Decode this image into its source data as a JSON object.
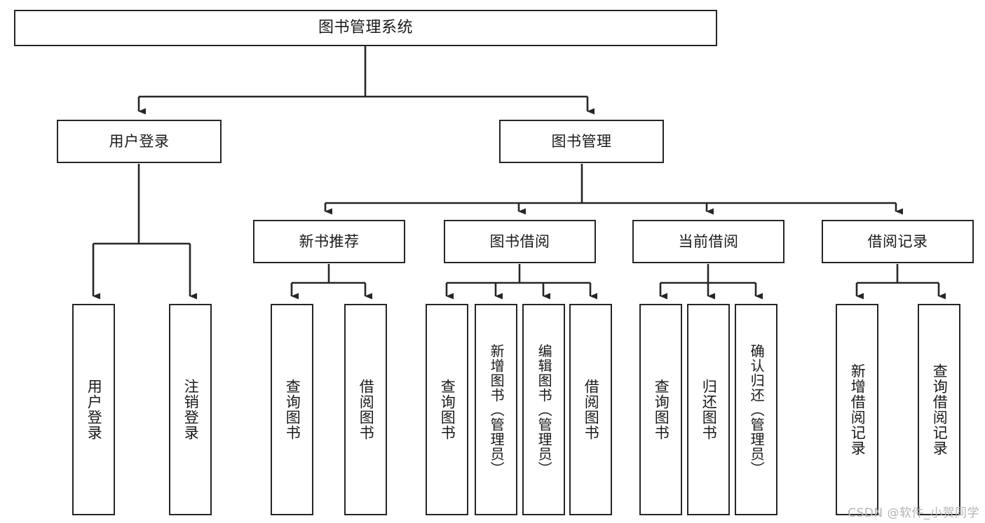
{
  "diagram": {
    "title": "图书管理系统",
    "type": "tree-hierarchy-chart",
    "line_color": "#262626",
    "box_fill": "#ffffff",
    "text_color": "#1a1a1a",
    "root": {
      "label": "图书管理系统"
    },
    "level2": [
      {
        "label": "用户登录"
      },
      {
        "label": "图书管理"
      }
    ],
    "level3": [
      {
        "label": "新书推荐"
      },
      {
        "label": "图书借阅"
      },
      {
        "label": "当前借阅"
      },
      {
        "label": "借阅记录"
      }
    ],
    "leaves": {
      "user_login": [
        {
          "label": "用户登录"
        },
        {
          "label": "注销登录"
        }
      ],
      "new_book_recommend": [
        {
          "label": "查询图书"
        },
        {
          "label": "借阅图书"
        }
      ],
      "book_borrow": [
        {
          "label": "查询图书"
        },
        {
          "label": "新增图书（管理员）"
        },
        {
          "label": "编辑图书（管理员）"
        },
        {
          "label": "借阅图书"
        }
      ],
      "current_borrow": [
        {
          "label": "查询图书"
        },
        {
          "label": "归还图书"
        },
        {
          "label": "确认归还（管理员）"
        }
      ],
      "borrow_record": [
        {
          "label": "新增借阅记录"
        },
        {
          "label": "查询借阅记录"
        }
      ]
    }
  },
  "watermark": {
    "text": "CSDN @软件_小贺同学"
  }
}
